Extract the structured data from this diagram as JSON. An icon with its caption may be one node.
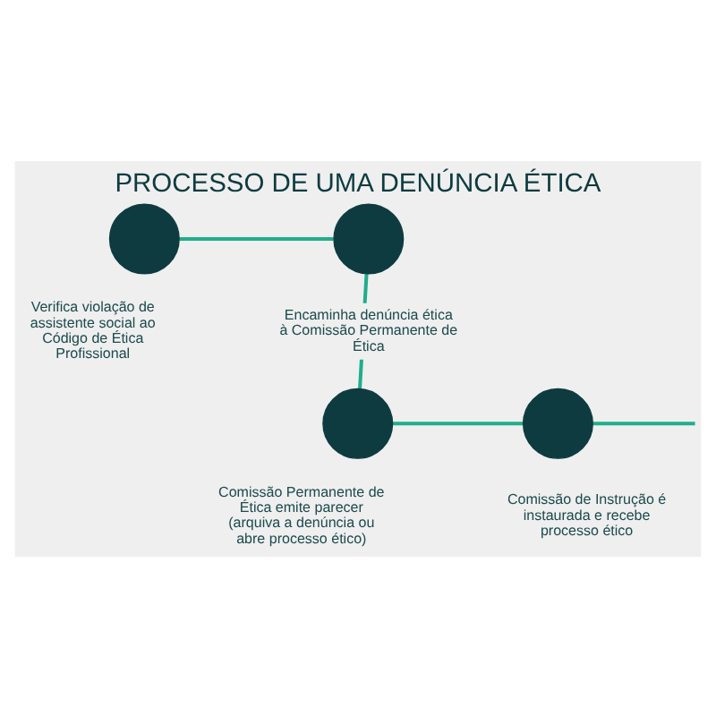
{
  "diagram": {
    "title": "PROCESSO DE UMA DENÚNCIA ÉTICA",
    "nodes": [
      {
        "text": [],
        "shape": "circle",
        "beside": [
          "Verifica violação de assistente social ao Código de Ética Profissional"
        ]
      },
      {
        "text": [],
        "shape": "circle",
        "beside": [
          "Encaminha denúncia ética à Comissão Permanente de Ética"
        ]
      },
      {
        "text": [],
        "shape": "circle",
        "beside": [
          "Comissão Permanente de Ética emite parecer (arquiva a denúncia ou abre processo ético)"
        ]
      },
      {
        "text": [],
        "shape": "circle",
        "beside": [
          "Comissão de Instrução é instaurada e recebe processo ético"
        ]
      }
    ],
    "edges": [
      {
        "from": 0,
        "to": 1,
        "arrow": "none"
      },
      {
        "from": 1,
        "to": 2,
        "arrow": "none"
      },
      {
        "from": 2,
        "to": 3,
        "arrow": "none"
      },
      {
        "from": 3,
        "to": null,
        "arrow": "none"
      }
    ]
  }
}
